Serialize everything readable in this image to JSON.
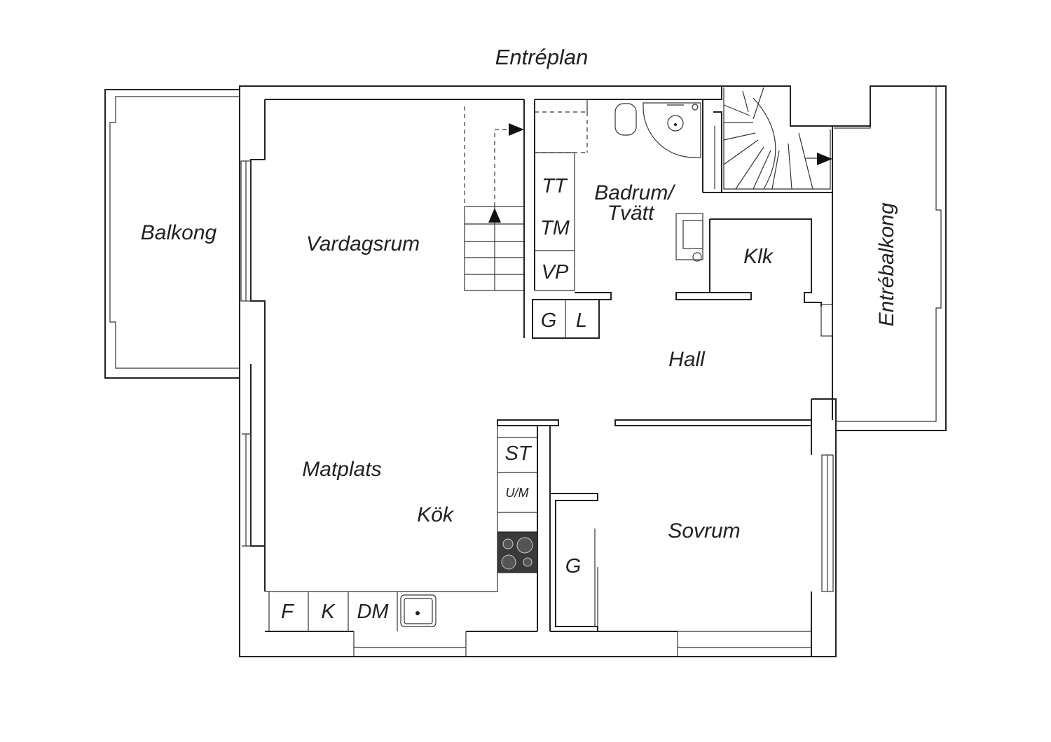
{
  "title": "Entréplan",
  "rooms": {
    "balkong": "Balkong",
    "vardagsrum": "Vardagsrum",
    "badrum_line1": "Badrum/",
    "badrum_line2": "Tvätt",
    "klk": "Klk",
    "entrebalkong": "Entrébalkong",
    "hall": "Hall",
    "matplats": "Matplats",
    "kok": "Kök",
    "sovrum": "Sovrum"
  },
  "appliances": {
    "tt": "TT",
    "tm": "TM",
    "vp": "VP",
    "g_hall": "G",
    "l_hall": "L",
    "st": "ST",
    "um": "U/M",
    "f": "F",
    "k": "K",
    "dm": "DM",
    "g_sovrum": "G"
  },
  "colors": {
    "line": "#222222",
    "background": "#ffffff",
    "stove": "#3a3a3a"
  }
}
